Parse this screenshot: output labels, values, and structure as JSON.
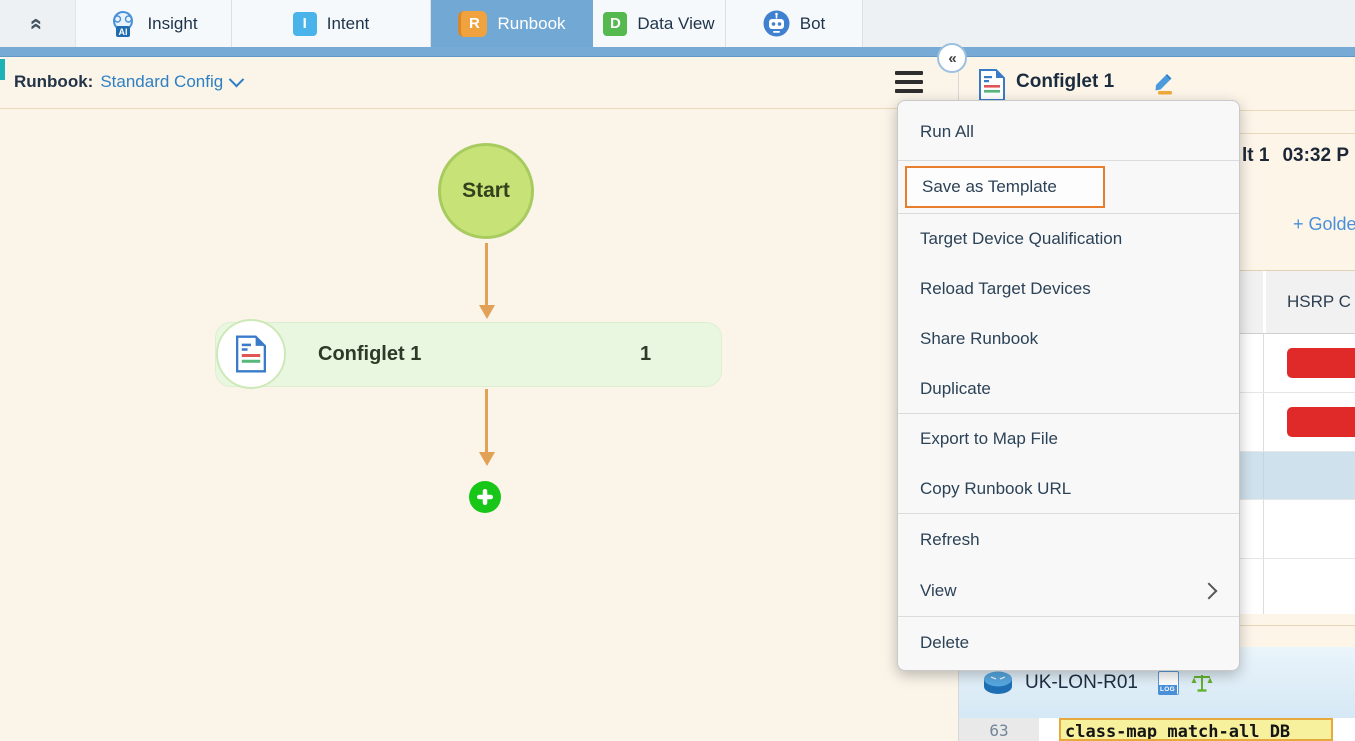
{
  "tab_bar": {
    "tabs": [
      {
        "label": "Insight",
        "icon": "insight-ai-icon",
        "icon_text": "AI",
        "active": false
      },
      {
        "label": "Intent",
        "icon": "intent-icon",
        "icon_text": "I",
        "active": false
      },
      {
        "label": "Runbook",
        "icon": "runbook-icon",
        "icon_text": "R",
        "active": true
      },
      {
        "label": "Data View",
        "icon": "data-view-icon",
        "icon_text": "D",
        "active": false
      },
      {
        "label": "Bot",
        "icon": "bot-icon",
        "icon_text": "",
        "active": false
      }
    ]
  },
  "runbook_header": {
    "label": "Runbook:",
    "runbook_name": "Standard Config"
  },
  "canvas": {
    "start_label": "Start",
    "node_label": "Configlet 1",
    "node_count": "1"
  },
  "context_menu": {
    "items": [
      "Run All",
      "Save as Template",
      "Target Device Qualification",
      "Reload Target Devices",
      "Share Runbook",
      "Duplicate",
      "Export to Map File",
      "Copy Runbook URL",
      "Refresh",
      "View",
      "Delete"
    ],
    "highlighted_item": "Save as Template",
    "view_has_submenu": true
  },
  "right_panel": {
    "title": "Configlet 1",
    "result_text_fragment": "lt 1",
    "result_time_fragment": "03:32 P",
    "golden_link_fragment": "+ Golde",
    "table_header_fragment": "HSRP C",
    "device_name": "UK-LON-R01",
    "log_badge_text": "LOG",
    "code_line_number": "63",
    "code_line_text": "class-map match-all DB"
  },
  "colors": {
    "active_tab_blue": "#72a9d4",
    "highlight_orange": "#e87e2b",
    "alert_red": "#e02a2a",
    "start_node_green": "#c7e377",
    "arrow_orange": "#e1a257",
    "add_button_green": "#17c617",
    "link_blue": "#4a90d9",
    "selected_row_blue": "#cfe1ec"
  }
}
